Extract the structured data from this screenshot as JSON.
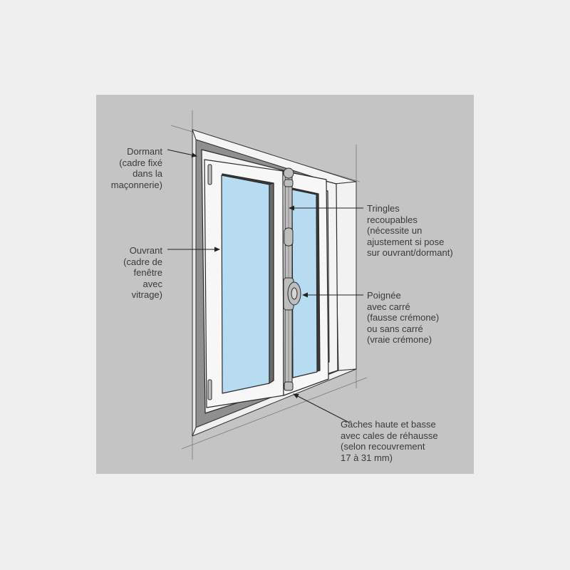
{
  "labels": {
    "dormant": "Dormant\n(cadre fixé\ndans la\nmaçonnerie)",
    "ouvrant": "Ouvrant\n(cadre de\nfenêtre\navec\nvitrage)",
    "tringles": "Tringles\nrecoupables\n(nécessite un\najustement si pose\nsur ouvrant/dormant)",
    "poignee": "Poignée\navec carré\n(fausse crémone)\nou sans carré\n(vraie crémone)",
    "gaches": "Gâches haute et basse\navec cales de réhausse\n(selon recouvrement\n17 à 31 mm)"
  },
  "colors": {
    "background": "#efeff0",
    "panel": "#c4c4c4",
    "frame": "#f2f3f2",
    "glass": "#b7dcf2",
    "reveal_shadow": "#8f8f8f",
    "hardware": "#bdbdbd",
    "outline": "#2b2b2b"
  },
  "icons": {
    "arrow": "arrow-pointer"
  }
}
